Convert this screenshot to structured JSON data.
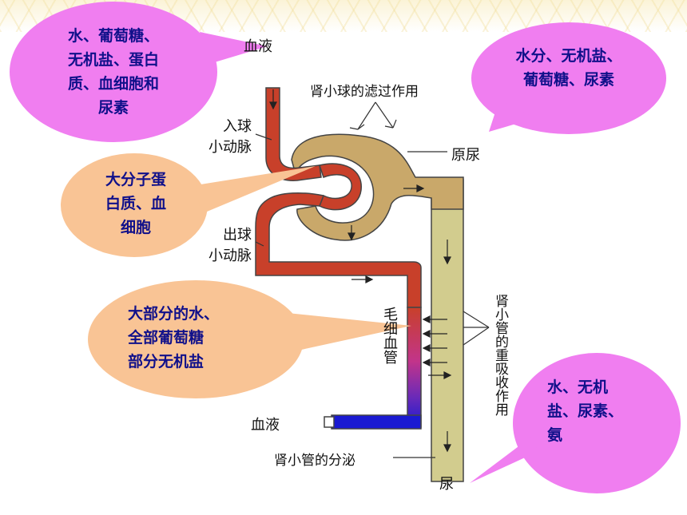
{
  "bubbles": {
    "top_left": "水、葡萄糖、\n无机盐、蛋白\n质、血细胞和\n尿素",
    "top_right": "水分、无机盐、\n葡萄糖、尿素",
    "middle_left": "大分子蛋\n白质、血\n细胞",
    "lower_left": "大部分的水、\n全部葡萄糖\n部分无机盐",
    "bottom_right": "水、无机\n盐、尿素、\n氨"
  },
  "labels": {
    "blood_in": "血液",
    "glomerular_filtration": "肾小球的滤过作用",
    "afferent_arteriole": "入球\n小动脉",
    "primary_urine": "原尿",
    "efferent_arteriole": "出球\n小动脉",
    "capillary": "毛细血管",
    "tubule_reabsorption": "肾小管的重吸收作用",
    "blood_out": "血液",
    "tubule_secretion": "肾小管的分泌",
    "urine": "尿"
  },
  "colors": {
    "bubble_pink": "#f07ef0",
    "bubble_peach": "#f9c495",
    "artery_red": "#c8402a",
    "vein_blue": "#1a1ad2",
    "tubule_tan": "#c9a86a",
    "duct_olive": "#d2cc8e",
    "bubble_text": "#10108a"
  }
}
